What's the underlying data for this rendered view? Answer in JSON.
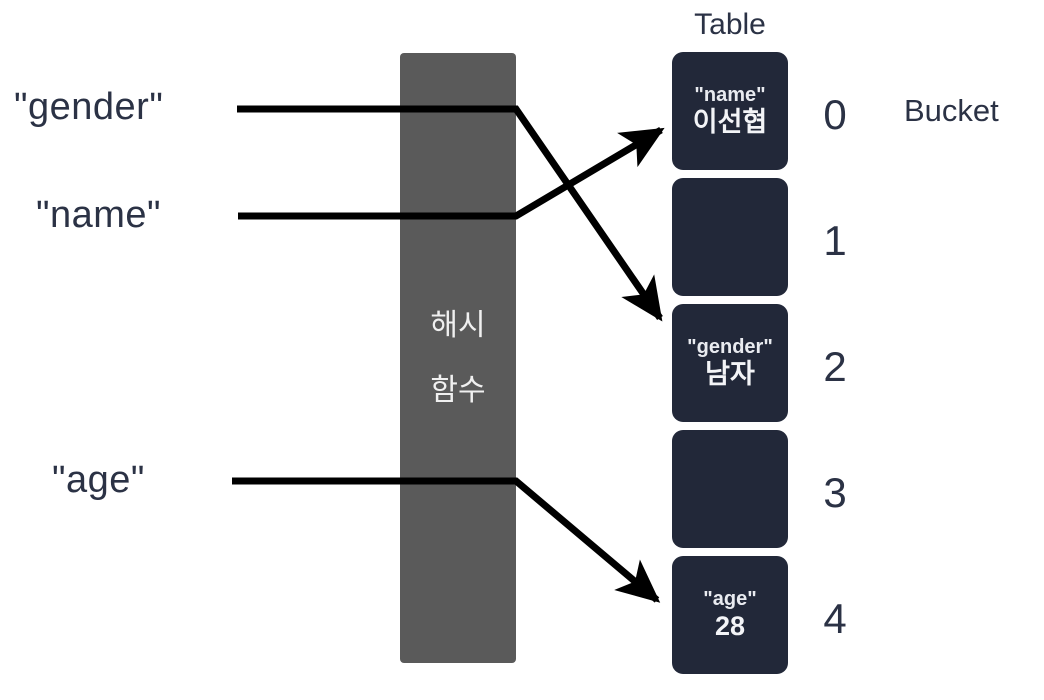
{
  "diagram": {
    "title_table": "Table",
    "legend_bucket": "Bucket",
    "hash_function": {
      "line1": "해시",
      "line2": "함수"
    },
    "input_keys": [
      {
        "label": "\"gender\"",
        "target_bucket": 2
      },
      {
        "label": "\"name\"",
        "target_bucket": 0
      },
      {
        "label": "\"age\"",
        "target_bucket": 4
      }
    ],
    "buckets": [
      {
        "index": "0",
        "key": "\"name\"",
        "value": "이선협",
        "empty": false
      },
      {
        "index": "1",
        "key": "",
        "value": "",
        "empty": true
      },
      {
        "index": "2",
        "key": "\"gender\"",
        "value": "남자",
        "empty": false
      },
      {
        "index": "3",
        "key": "",
        "value": "",
        "empty": true
      },
      {
        "index": "4",
        "key": "\"age\"",
        "value": "28",
        "empty": false
      }
    ],
    "colors": {
      "cell_fill": "#222839",
      "hash_box_fill": "#5a5a5a",
      "text_dark": "#2b3245",
      "text_light": "#f3f4f7",
      "arrow": "#000000",
      "background": "#ffffff"
    }
  }
}
